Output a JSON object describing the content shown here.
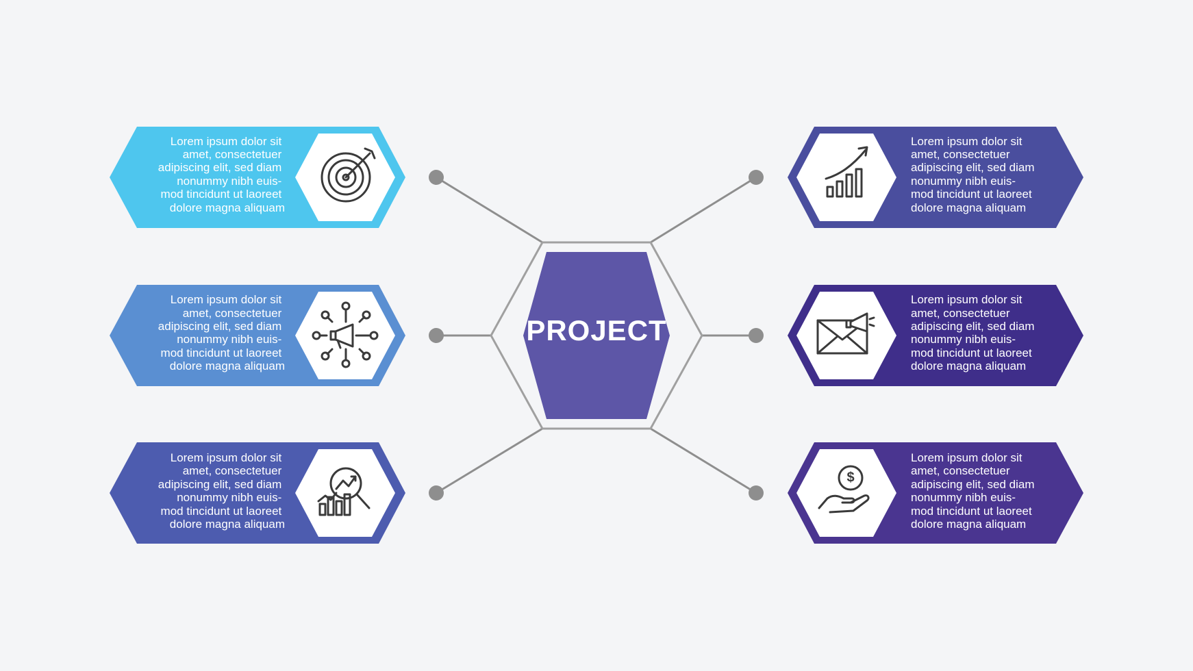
{
  "center": {
    "title": "PROJECT",
    "color": "#5d56a7"
  },
  "connector_color": "#8e8e8e",
  "background": "#f4f5f7",
  "items": [
    {
      "side": "left",
      "color": "#4ec6ee",
      "icon": "target-icon",
      "lines": [
        "Lorem ipsum dolor sit",
        "amet, consectetuer",
        "adipiscing elit, sed diam",
        "nonummy nibh euis-",
        "mod tincidunt ut laoreet",
        "dolore magna aliquam"
      ]
    },
    {
      "side": "left",
      "color": "#5a8fd2",
      "icon": "megaphone-network-icon",
      "lines": [
        "Lorem ipsum dolor sit",
        "amet, consectetuer",
        "adipiscing elit, sed diam",
        "nonummy nibh euis-",
        "mod tincidunt ut laoreet",
        "dolore magna aliquam"
      ]
    },
    {
      "side": "left",
      "color": "#4d5caf",
      "icon": "analytics-search-icon",
      "lines": [
        "Lorem ipsum dolor sit",
        "amet, consectetuer",
        "adipiscing elit, sed diam",
        "nonummy nibh euis-",
        "mod tincidunt ut laoreet",
        "dolore magna aliquam"
      ]
    },
    {
      "side": "right",
      "color": "#4a4e9e",
      "icon": "growth-chart-icon",
      "lines": [
        "Lorem ipsum dolor sit",
        "amet, consectetuer",
        "adipiscing elit, sed diam",
        "nonummy nibh euis-",
        "mod tincidunt ut laoreet",
        "dolore magna aliquam"
      ]
    },
    {
      "side": "right",
      "color": "#3f2e8a",
      "icon": "email-marketing-icon",
      "lines": [
        "Lorem ipsum dolor sit",
        "amet, consectetuer",
        "adipiscing elit, sed diam",
        "nonummy nibh euis-",
        "mod tincidunt ut laoreet",
        "dolore magna aliquam"
      ]
    },
    {
      "side": "right",
      "color": "#4a3590",
      "icon": "hand-money-icon",
      "lines": [
        "Lorem ipsum dolor sit",
        "amet, consectetuer",
        "adipiscing elit, sed diam",
        "nonummy nibh euis-",
        "mod tincidunt ut laoreet",
        "dolore magna aliquam"
      ],
      "icon_symbol": "$"
    }
  ]
}
